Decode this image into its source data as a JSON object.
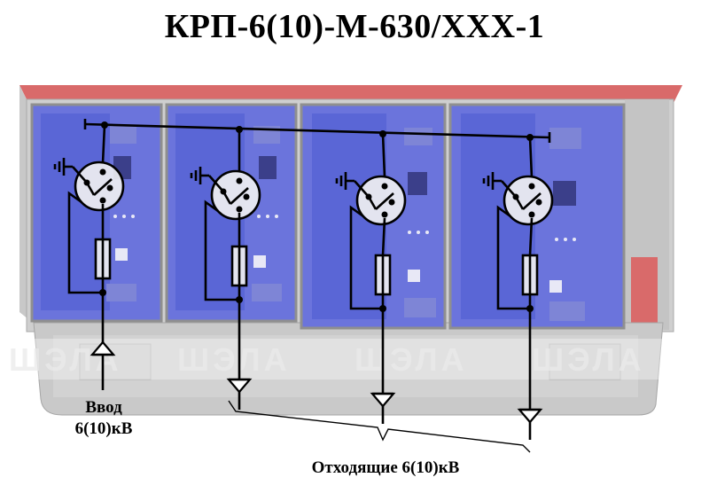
{
  "title": "КРП-6(10)-М-630/ХХХ-1",
  "input_label": [
    "Ввод",
    "6(10)кВ"
  ],
  "outgoing_label": "Отходящие 6(10)кВ",
  "watermark": "ШЭЛА",
  "colors": {
    "roof": "#d96a6a",
    "body": "#cfcfcf",
    "panel": "#6b74dc",
    "panel_inner": "#5a66d6",
    "wire": "#000000"
  },
  "cells": 4
}
